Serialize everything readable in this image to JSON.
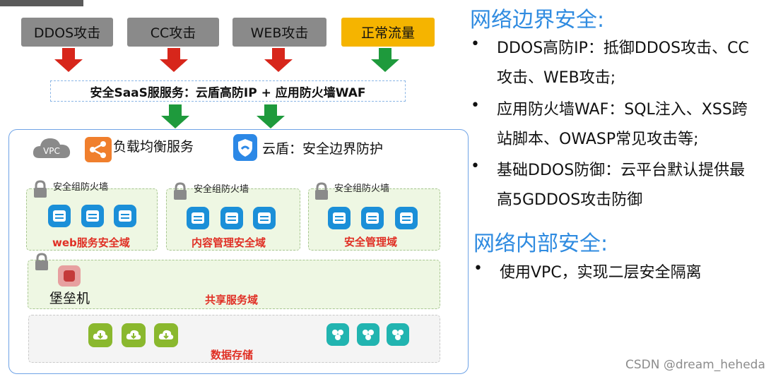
{
  "attacks": [
    {
      "label": "DDOS攻击"
    },
    {
      "label": "CC攻击"
    },
    {
      "label": "WEB攻击"
    },
    {
      "label": "正常流量"
    }
  ],
  "saas": {
    "label": "安全SaaS服服务：云盾高防IP + 应用防火墙WAF"
  },
  "top_services": {
    "vpc_icon_text": "VPC",
    "lb_label": "负载均衡服务",
    "shield_label": "云盾：安全边界防护"
  },
  "zones": {
    "firewall_label": "安全组防火墙",
    "web": "web服务安全域",
    "content": "内容管理安全域",
    "mgmt": "安全管理域",
    "shared": "共享服务域",
    "bastion": "堡垒机",
    "storage": "数据存储"
  },
  "right_panel": {
    "boundary_heading": "网络边界安全:",
    "boundary_bullets": [
      {
        "line1": "DDOS高防IP：抵御DDOS攻击、CC",
        "line2": "攻击、WEB攻击;"
      },
      {
        "line1": "应用防火墙WAF：SQL注入、XSS跨",
        "line2": "站脚本、OWASP常见攻击等;"
      },
      {
        "line1": "基础DDOS防御：云平台默认提供最",
        "line2": "高5GDDOS攻击防御"
      }
    ],
    "internal_heading": "网络内部安全:",
    "internal_bullets": [
      {
        "line1": "使用VPC，实现二层安全隔离"
      }
    ],
    "bullet_char": "•"
  },
  "watermark": "CSDN @dream_heheda",
  "colors": {
    "attack_gray": "#8a8a8a",
    "normal_gold": "#f5b400",
    "red_arrow": "#d7261b",
    "green_arrow": "#1e9a3c",
    "heading_blue": "#2f8be0",
    "zone_red": "#e03025"
  }
}
